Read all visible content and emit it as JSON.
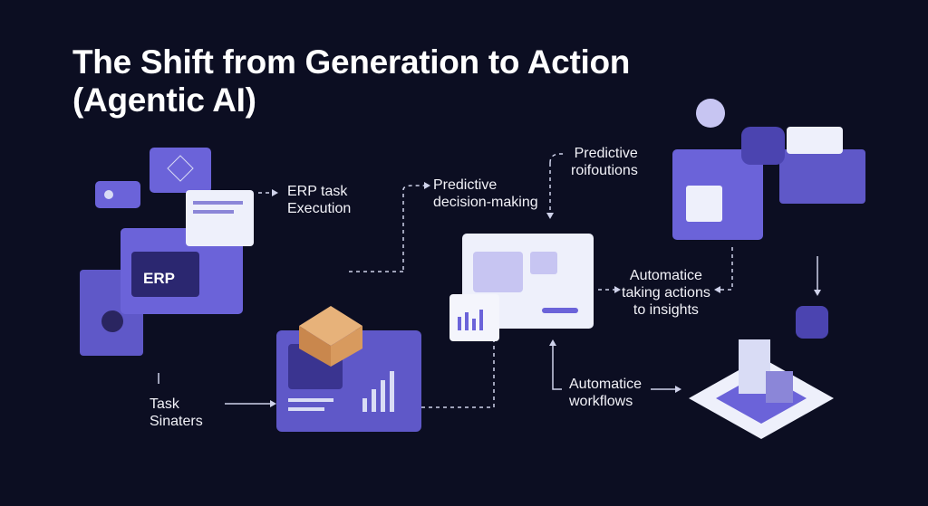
{
  "title_line1": "The Shift from Generation to Action",
  "title_line2": "(Agentic AI)",
  "erp_badge": "ERP",
  "labels": {
    "erp_task": [
      "ERP task",
      "Execution"
    ],
    "predictive_decision": [
      "Predictive",
      "decision-making"
    ],
    "predictive_roif": [
      "Predictive",
      "roifoutions"
    ],
    "automatice_actions": [
      "Automatice",
      "taking actions",
      "to insights"
    ],
    "automatice_workflows": [
      "Automatice",
      "workflows"
    ],
    "task_sinaters": [
      "Task",
      "Sinaters"
    ]
  },
  "colors": {
    "background": "#0c0e22",
    "accent": "#6b63d9",
    "light": "#d9dcf5"
  }
}
